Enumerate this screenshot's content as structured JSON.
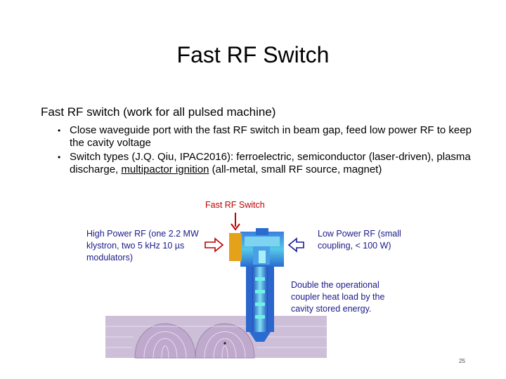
{
  "slide": {
    "title": "Fast RF Switch",
    "heading": "Fast RF switch (work for all pulsed machine)",
    "bullets": [
      {
        "text": "Close waveguide port with the fast RF switch in beam gap, feed low power RF to keep the cavity voltage"
      },
      {
        "pre": "Switch types (J.Q. Qiu, IPAC2016): ferroelectric, semiconductor (laser-driven), plasma discharge, ",
        "underlined": "multipactor ignition",
        "post": " (all-metal, small RF source, magnet)"
      }
    ],
    "bullet_glyph": "•",
    "page_number": "25"
  },
  "figure": {
    "switch_label": "Fast RF Switch",
    "high_power_label": "High Power RF (one 2.2 MW klystron, two 5 kHz 10 µs modulators)",
    "low_power_label": "Low Power RF (small coupling, < 100 W)",
    "double_label": "Double the operational coupler heat load by the cavity stored energy.",
    "colors": {
      "switch_arrow": "#c00000",
      "switch_block": "#e3a21a",
      "hp_arrow": "#c00000",
      "lp_arrow": "#1a1a9a",
      "annotation_text": "#1a1a8a",
      "cavity_fill": "#c7b6d3"
    }
  }
}
